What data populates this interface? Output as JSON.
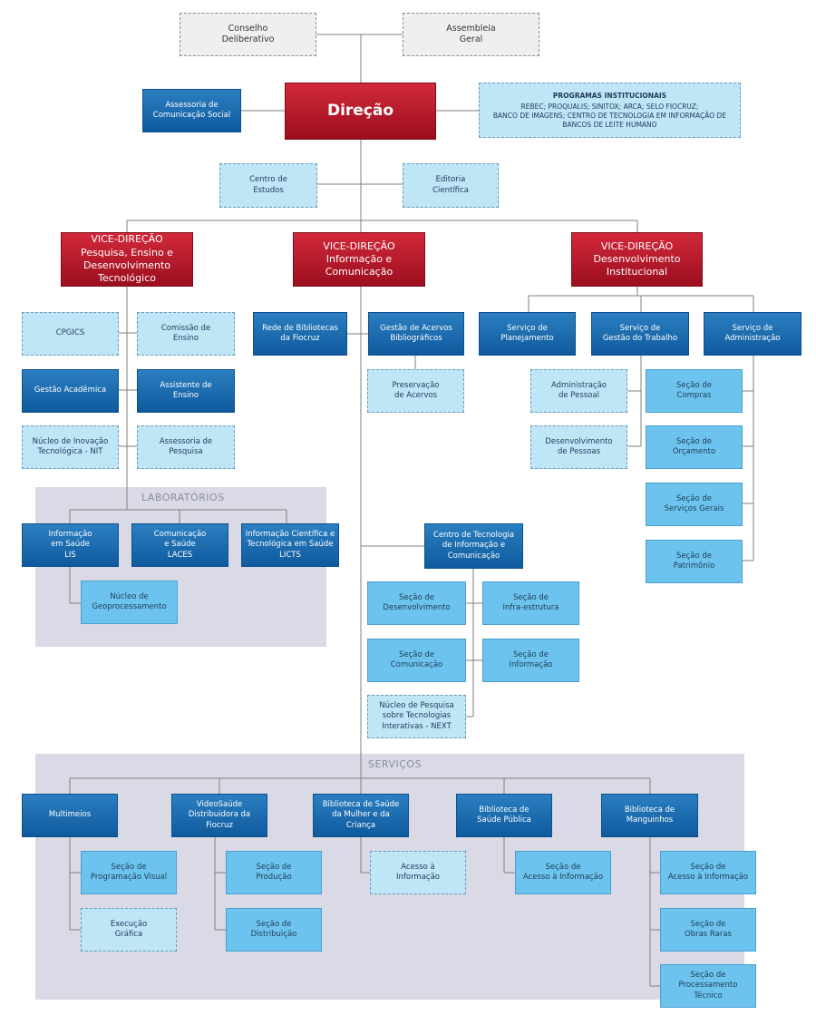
{
  "top": {
    "conselho": "Conselho\nDeliberativo",
    "assembleia": "Assembleia\nGeral",
    "direcao": "Direção",
    "assessoria": "Assessoria de\nComunicação Social",
    "programas_title": "PROGRAMAS INSTITUCIONAIS",
    "programas_text": "REBEC; PROQUALIS; SINITOX; ARCA; SELO FIOCRUZ;\nBANCO DE IMAGENS; CENTRO DE TECNOLOGIA EM INFORMAÇÃO DE\nBANCOS DE LEITE HUMANO",
    "centro_estudos": "Centro de\nEstudos",
    "editoria": "Editoria\nCientífica"
  },
  "vice": {
    "pesquisa": "VICE-DIREÇÃO\nPesquisa, Ensino e\nDesenvolvimento\nTecnológico",
    "informacao": "VICE-DIREÇÃO\nInformação e\nComunicação",
    "institucional": "VICE-DIREÇÃO\nDesenvolvimento\nInstitucional"
  },
  "pesquisa": {
    "cpgics": "CPGICS",
    "comissao": "Comissão de\nEnsino",
    "gestao_academica": "Gestão Acadêmica",
    "assistente": "Assistente de\nEnsino",
    "nit": "Núcleo de Inovação\nTecnológica - NIT",
    "assessoria_pesquisa": "Assessoria de\nPesquisa"
  },
  "laboratorios": {
    "title": "LABORATÓRIOS",
    "lis": "Informação\nem Saúde\nLIS",
    "laces": "Comunicação\ne Saúde\nLACES",
    "licts": "Informação Científica e\nTecnológica em Saúde\nLICTS",
    "geo": "Núcleo de\nGeoprocessamento"
  },
  "informacao": {
    "rede": "Rede de Bibliotecas\nda Fiocruz",
    "gestao_acervos": "Gestão de Acervos\nBibliográficos",
    "preservacao": "Preservação\nde Acervos",
    "centro_tec": "Centro de Tecnologia\nde Informação e\nComunicação",
    "desenvolvimento": "Seção de\nDesenvolvimento",
    "infra": "Seção de\nInfra-estrutura",
    "comunicacao": "Seção de\nComunicação",
    "informacao_sec": "Seção de\nInformação",
    "next": "Núcleo de Pesquisa\nsobre Tecnologias\nInterativas - NEXT"
  },
  "institucional": {
    "planejamento": "Serviço de\nPlanejamento",
    "gestao_trabalho": "Serviço de\nGestão do Trabalho",
    "administracao": "Serviço de\nAdministração",
    "adm_pessoal": "Administração\nde Pessoal",
    "desenv_pessoas": "Desenvolvimento\nde Pessoas",
    "compras": "Seção de\nCompras",
    "orcamento": "Seção de\nOrçamento",
    "servicos_gerais": "Seção de\nServiços Gerais",
    "patrimonio": "Seção de\nPatrimônio"
  },
  "servicos": {
    "title": "SERVIÇOS",
    "multimeios": "Multimeios",
    "videosaude": "VideoSaúde\nDistribuidora da\nFiocruz",
    "bib_mulher": "Biblioteca de Saúde\nda Mulher e da\nCriança",
    "bib_publica": "Biblioteca de\nSaúde Pública",
    "bib_manguinhos": "Biblioteca de\nManguinhos",
    "prog_visual": "Seção de\nProgramação Visual",
    "execucao": "Execução\nGráfica",
    "producao": "Seção de\nProdução",
    "distribuicao": "Seção de\nDistribuição",
    "acesso_info_mulher": "Acesso à\nInformação",
    "acesso_info_publica": "Seção de\nAcesso à Informação",
    "acesso_info_mang": "Seção de\nAcesso à Informação",
    "obras_raras": "Seção de\nObras Raras",
    "processamento": "Seção de\nProcessamento\nTécnico"
  }
}
